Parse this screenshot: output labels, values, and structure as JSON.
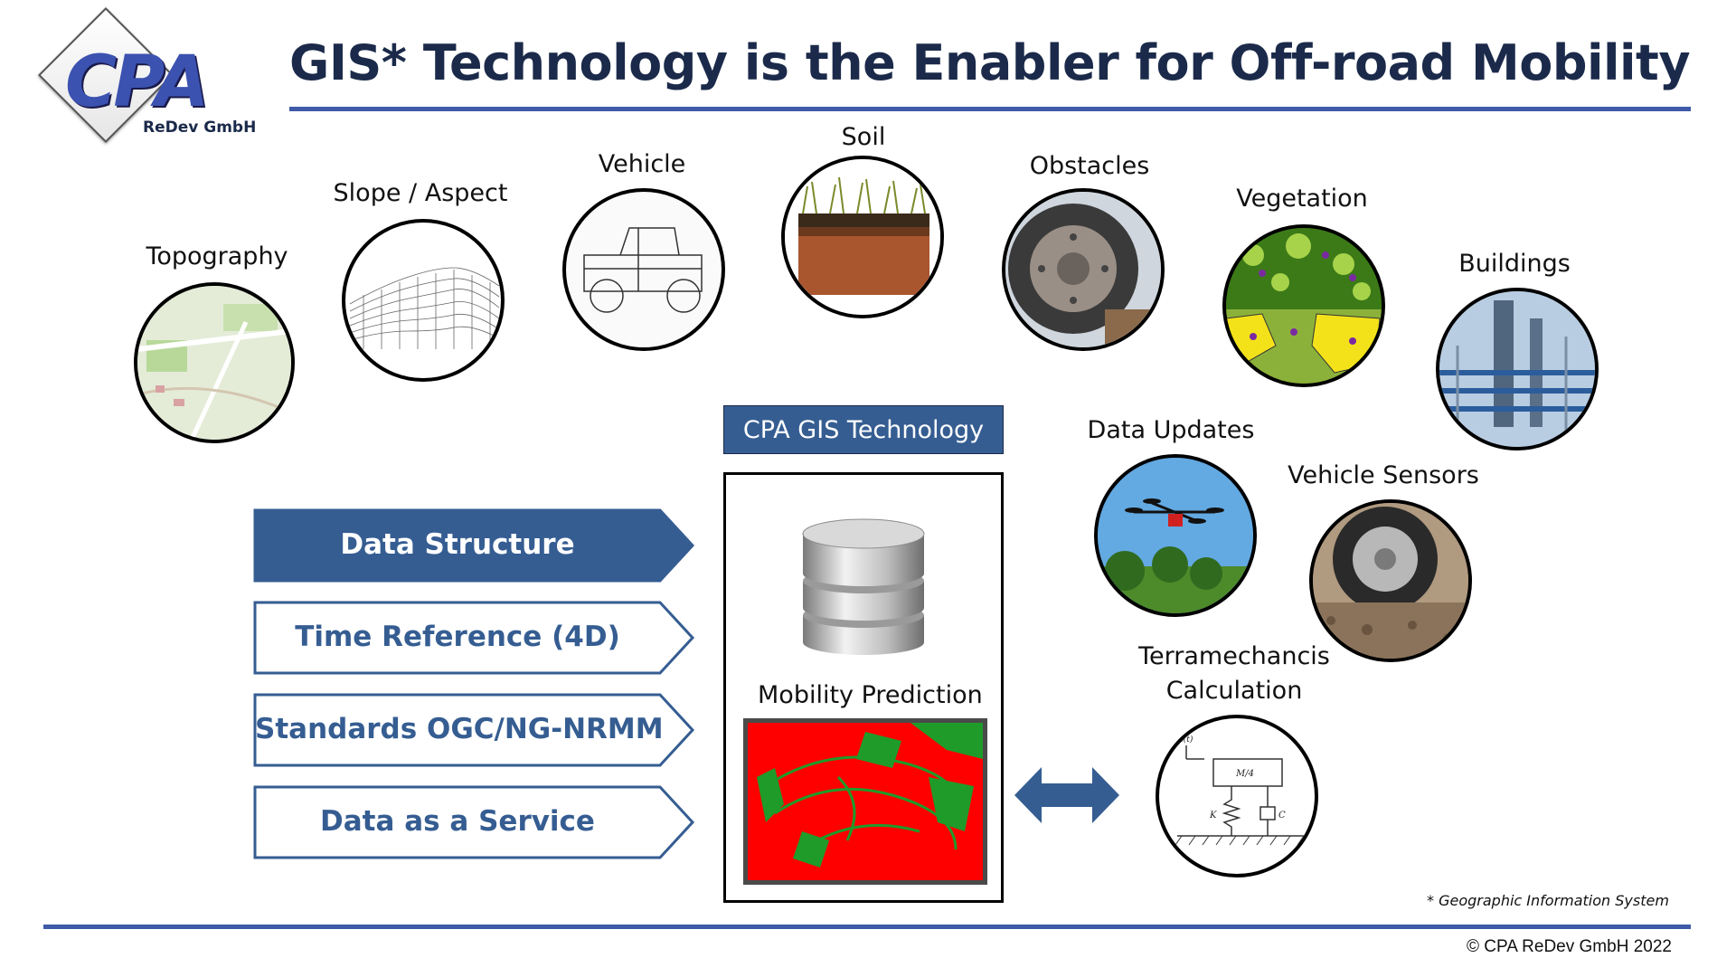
{
  "title": "GIS* Technology is the Enabler for Off-road Mobility",
  "logo": {
    "mark": "CPA",
    "company": "ReDev GmbH"
  },
  "inputs": [
    {
      "label": "Topography",
      "icon": "topographic-map-image"
    },
    {
      "label": "Slope / Aspect",
      "icon": "wireframe-terrain-image"
    },
    {
      "label": "Vehicle",
      "icon": "vehicle-drawing-image"
    },
    {
      "label": "Soil",
      "icon": "soil-cross-section-image"
    },
    {
      "label": "Obstacles",
      "icon": "wheel-obstacle-image"
    },
    {
      "label": "Vegetation",
      "icon": "vegetation-map-image"
    },
    {
      "label": "Buildings",
      "icon": "industrial-buildings-image"
    }
  ],
  "gis": {
    "header": "CPA GIS Technology",
    "prediction_label": "Mobility Prediction"
  },
  "features": [
    {
      "label": "Data Structure",
      "active": true
    },
    {
      "label": "Time Reference (4D)",
      "active": false
    },
    {
      "label": "Standards OGC/NG-NRMM",
      "active": false
    },
    {
      "label": "Data as a Service",
      "active": false
    }
  ],
  "updates": [
    {
      "label": "Data Updates",
      "icon": "drone-image"
    },
    {
      "label": "Vehicle Sensors",
      "icon": "wheel-sensor-image"
    }
  ],
  "terramechanics": {
    "label_line1": "Terramechancis",
    "label_line2": "Calculation",
    "model_mass": "M/4",
    "model_spring": "K",
    "model_damper": "C",
    "model_input": "z(t)"
  },
  "footnote": "* Geographic Information System",
  "copyright": "© CPA ReDev GmbH 2022",
  "colors": {
    "accent": "#3f5aa8",
    "dark_blue": "#355d92",
    "title": "#1b2a4a",
    "map_red": "#ff0000",
    "map_green": "#1f9b2a"
  }
}
